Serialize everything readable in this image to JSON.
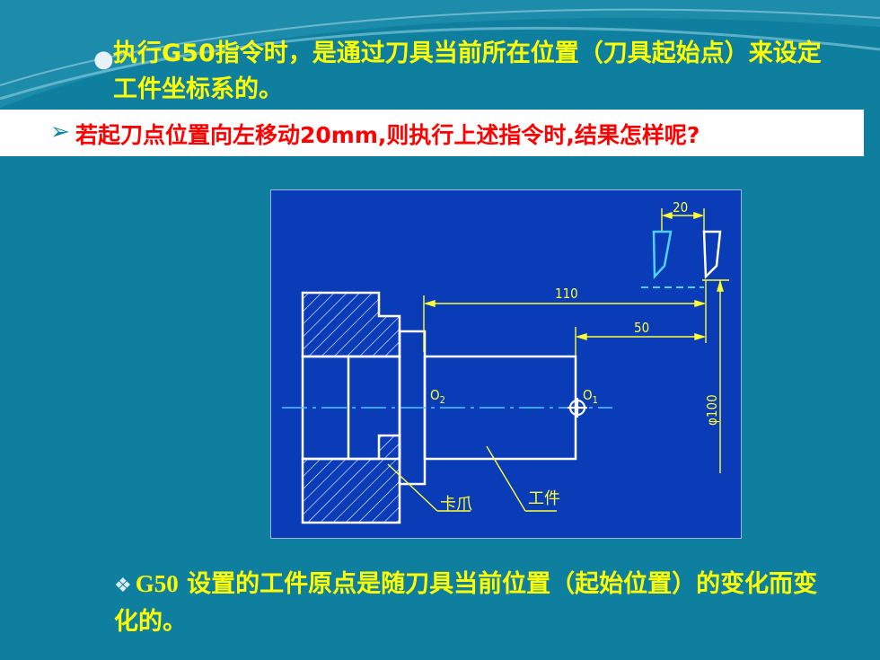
{
  "bullet1": {
    "text": "执行G50指令时，是通过刀具当前所在位置（刀具起始点）来设定工件坐标系的。"
  },
  "banner": {
    "text": "若起刀点位置向左移动20mm,则执行上述指令时,结果怎样呢?"
  },
  "diagram": {
    "dim_20": "20",
    "dim_110": "110",
    "dim_50": "50",
    "dim_dia": "φ100",
    "label_o2": "O",
    "label_o2_sub": "2",
    "label_o1": "O",
    "label_o1_sub": "1",
    "label_chuck": "卡爪",
    "label_workpiece": "工件"
  },
  "bullet2": {
    "code": "G50",
    "text": " 设置的工件原点是随刀具当前位置（起始位置）的变化而变化的。"
  },
  "colors": {
    "background": "#0e7f9e",
    "text": "#ffff00",
    "banner_text": "#ff0000",
    "diagram_bg": "#0a3cb8"
  }
}
